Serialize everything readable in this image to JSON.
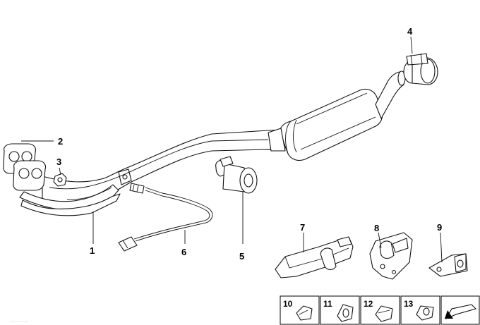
{
  "diagram": {
    "callouts": [
      "1",
      "2",
      "3",
      "4",
      "5",
      "6",
      "7",
      "8",
      "9"
    ],
    "thumbnails": [
      "10",
      "11",
      "12",
      "13"
    ],
    "thumbnail_last_icon": "arrow-icon",
    "watermark": "............"
  },
  "colors": {
    "line": "#111111",
    "background": "#ffffff",
    "thumb_border": "#000000"
  }
}
